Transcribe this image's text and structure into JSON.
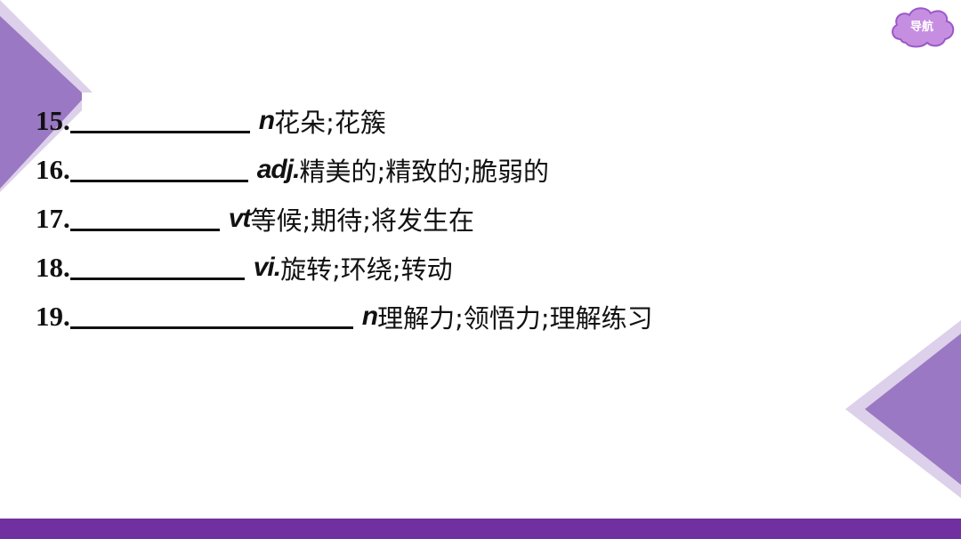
{
  "navigation": {
    "label": "导航"
  },
  "colors": {
    "accent": "#7030a0",
    "triangle_dark": "#9b78c4",
    "triangle_light": "#d9cce8",
    "nav_fill": "#c68ee0",
    "nav_border": "#9b59c8",
    "text": "#111111"
  },
  "vocab": [
    {
      "number": "15.",
      "pos": "n",
      "meaning": "花朵;花簇"
    },
    {
      "number": "16.",
      "pos": "adj.",
      "meaning": "精美的;精致的;脆弱的"
    },
    {
      "number": "17.",
      "pos": "vt",
      "meaning": "等候;期待;将发生在"
    },
    {
      "number": "18.",
      "pos": "vi.",
      "meaning": "旋转;环绕;转动"
    },
    {
      "number": "19.",
      "pos": "n",
      "meaning": "理解力;领悟力;理解练习"
    }
  ]
}
